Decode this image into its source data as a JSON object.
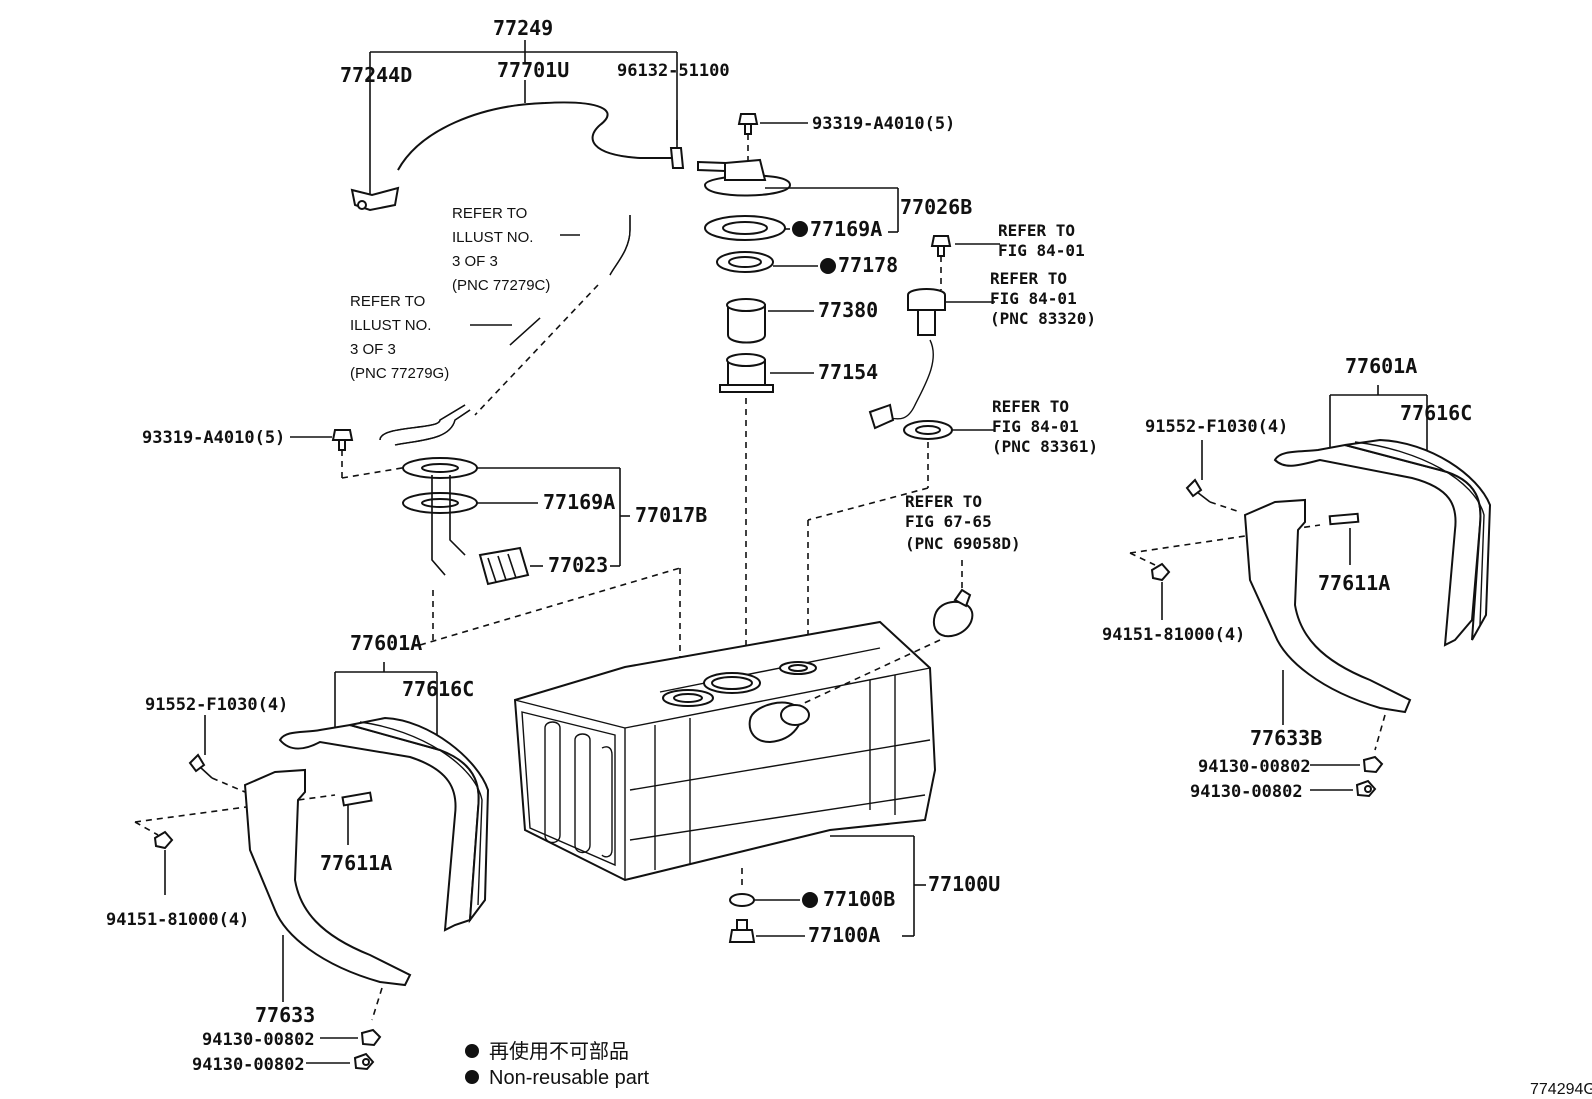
{
  "diagram_code": "774294G",
  "legend": {
    "jp": "再使用不可部品",
    "en": "Non-reusable part"
  },
  "labels": {
    "l77249": "77249",
    "l77244d": "77244D",
    "l77701u": "77701U",
    "l96132": "96132-51100",
    "l93319_top": "93319-A4010(5)",
    "l77169a_top": "77169A",
    "l77026b": "77026B",
    "l77178": "77178",
    "l77380": "77380",
    "l77154": "77154",
    "l93319_left": "93319-A4010(5)",
    "l77169a_mid": "77169A",
    "l77017b": "77017B",
    "l77023": "77023",
    "l77601a_left": "77601A",
    "l91552_left": "91552-F1030(4)",
    "l77616c_left": "77616C",
    "l77611a_left": "77611A",
    "l94151_left": "94151-81000(4)",
    "l77633": "77633",
    "l94130_l1": "94130-00802",
    "l94130_l2": "94130-00802",
    "l77100b": "77100B",
    "l77100a": "77100A",
    "l77100u": "77100U",
    "l77601a_right": "77601A",
    "l91552_right": "91552-F1030(4)",
    "l77616c_right": "77616C",
    "l77611a_right": "77611A",
    "l94151_right": "94151-81000(4)",
    "l77633b": "77633B",
    "l94130_r1": "94130-00802",
    "l94130_r2": "94130-00802"
  },
  "refs": {
    "r1": [
      "REFER TO",
      "ILLUST NO.",
      "3 OF 3",
      "(PNC 77279C)"
    ],
    "r2": [
      "REFER TO",
      "ILLUST NO.",
      "3 OF 3",
      "(PNC 77279G)"
    ],
    "r3": [
      "REFER TO",
      "FIG 84-01"
    ],
    "r4": [
      "REFER TO",
      "FIG 84-01",
      "(PNC 83320)"
    ],
    "r5": [
      "REFER TO",
      "FIG 84-01",
      "(PNC 83361)"
    ],
    "r6": [
      "REFER TO",
      "FIG 67-65",
      "(PNC 69058D)"
    ]
  }
}
